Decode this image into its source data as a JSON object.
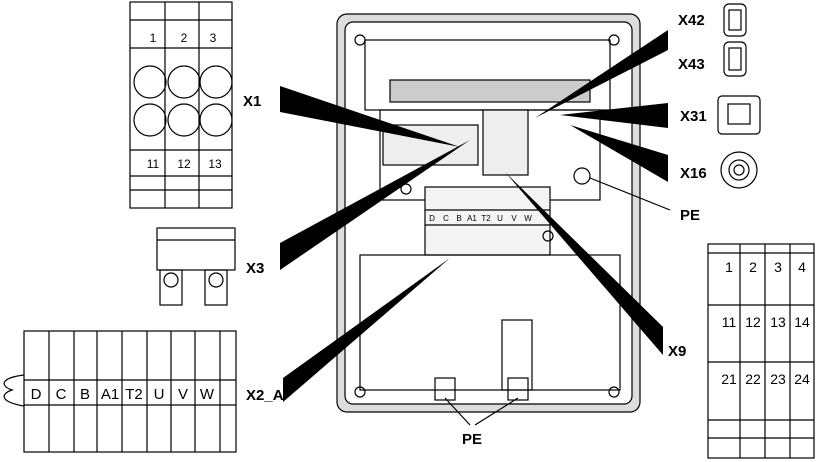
{
  "labels": {
    "x1": "X1",
    "x3": "X3",
    "x2a": "X2_A",
    "x42": "X42",
    "x43": "X43",
    "x31": "X31",
    "x16": "X16",
    "pe_right": "PE",
    "x9": "X9",
    "pe_bottom": "PE"
  },
  "x1_block": {
    "top_numbers": [
      "1",
      "2",
      "3"
    ],
    "bottom_numbers": [
      "11",
      "12",
      "13"
    ]
  },
  "x2a_block": {
    "terminals": [
      "D",
      "C",
      "B",
      "A1",
      "T2",
      "U",
      "V",
      "W"
    ]
  },
  "device_terminals": [
    "D",
    "C",
    "B",
    "A1",
    "T2",
    "U",
    "V",
    "W"
  ],
  "relay_block": {
    "rows": [
      [
        "1",
        "2",
        "3",
        "4"
      ],
      [
        "11",
        "12",
        "13",
        "14"
      ],
      [
        "21",
        "22",
        "23",
        "24"
      ]
    ]
  }
}
